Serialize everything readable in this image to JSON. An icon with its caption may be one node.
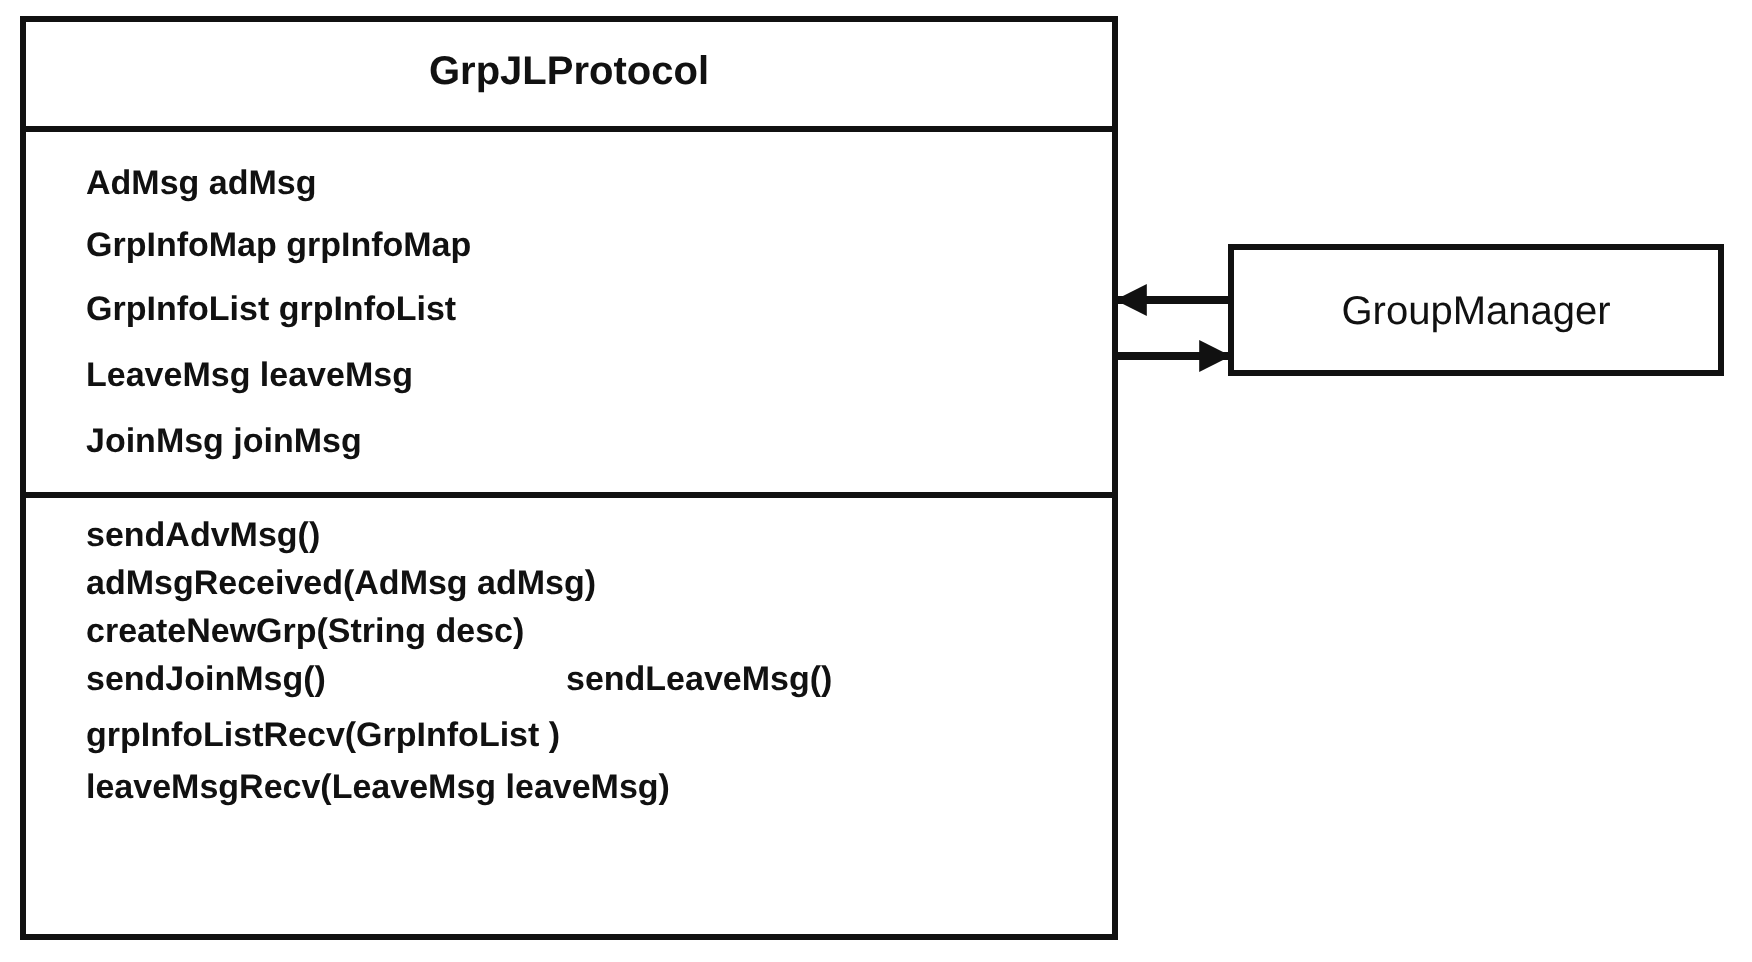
{
  "diagram": {
    "nodes": [
      {
        "text": [
          "GrpJLProtocol"
        ]
      },
      {
        "text": [
          "AdMsg adMsg",
          "GrpInfoMap grpInfoMap",
          "GrpInfoList grpInfoList",
          "LeaveMsg  leaveMsg",
          "JoinMsg joinMsg"
        ],
        "in": 0
      },
      {
        "text": [
          "sendAdvMsg()",
          "adMsgReceived(AdMsg adMsg)",
          "createNewGrp(String desc)",
          "sendJoinMsg()",
          "sendLeaveMsg()",
          "grpInfoListRecv(GrpInfoList )",
          "leaveMsgRecv(LeaveMsg leaveMsg)"
        ],
        "in": 0
      },
      {
        "text": [
          "GroupManager"
        ]
      }
    ],
    "edges": [
      {
        "from": 3,
        "to": 0,
        "arrow": "to"
      },
      {
        "from": 0,
        "to": 3,
        "arrow": "to"
      }
    ]
  }
}
